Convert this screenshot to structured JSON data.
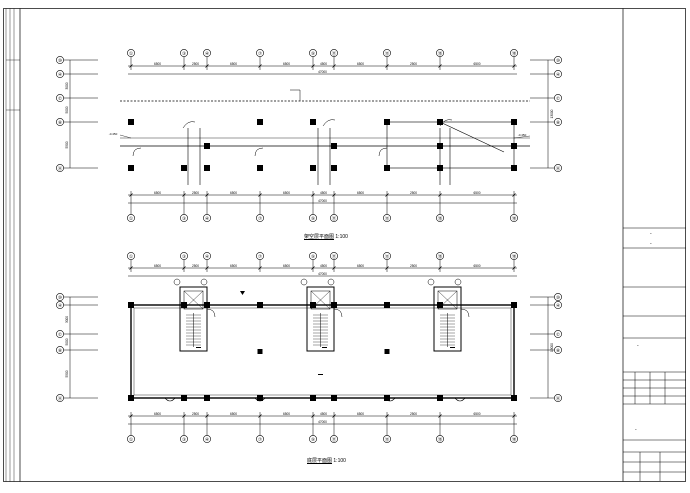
{
  "drawing": {
    "upper_plan": {
      "title": "架空层平面图",
      "scale": "1:100",
      "axes": [
        "①",
        "③",
        "④",
        "⑦",
        "⑨",
        "⑪",
        "⑬",
        "⑮",
        "⑱"
      ],
      "dims_top": [
        "6500",
        "2500",
        "6500",
        "6500",
        "4500",
        "6500",
        "2500",
        "6500"
      ],
      "total": "47000",
      "left_axes": [
        "⑩",
        "④",
        "©",
        "⑧",
        "Ⓐ"
      ],
      "left_dims": [
        "3000",
        "5000",
        "5500"
      ],
      "left_total": "13000",
      "level_left": "-0.450",
      "level_right": "-0.450"
    },
    "lower_plan": {
      "title": "底层平面图",
      "scale": "1:100",
      "axes": [
        "①",
        "③",
        "④",
        "⑦",
        "⑨",
        "⑪",
        "⑬",
        "⑮",
        "⑱"
      ],
      "dims_top": [
        "6500",
        "2500",
        "6500",
        "6500",
        "4500",
        "6500",
        "2500",
        "6500"
      ],
      "total": "47000",
      "left_axes": [
        "⑩",
        "④",
        "©",
        "⑧",
        "Ⓐ"
      ],
      "left_dims": [
        "3000",
        "5000",
        "5500"
      ],
      "left_total": "13000"
    }
  },
  "title_block": {
    "cells": [
      "-",
      "-",
      "-",
      "-"
    ]
  }
}
